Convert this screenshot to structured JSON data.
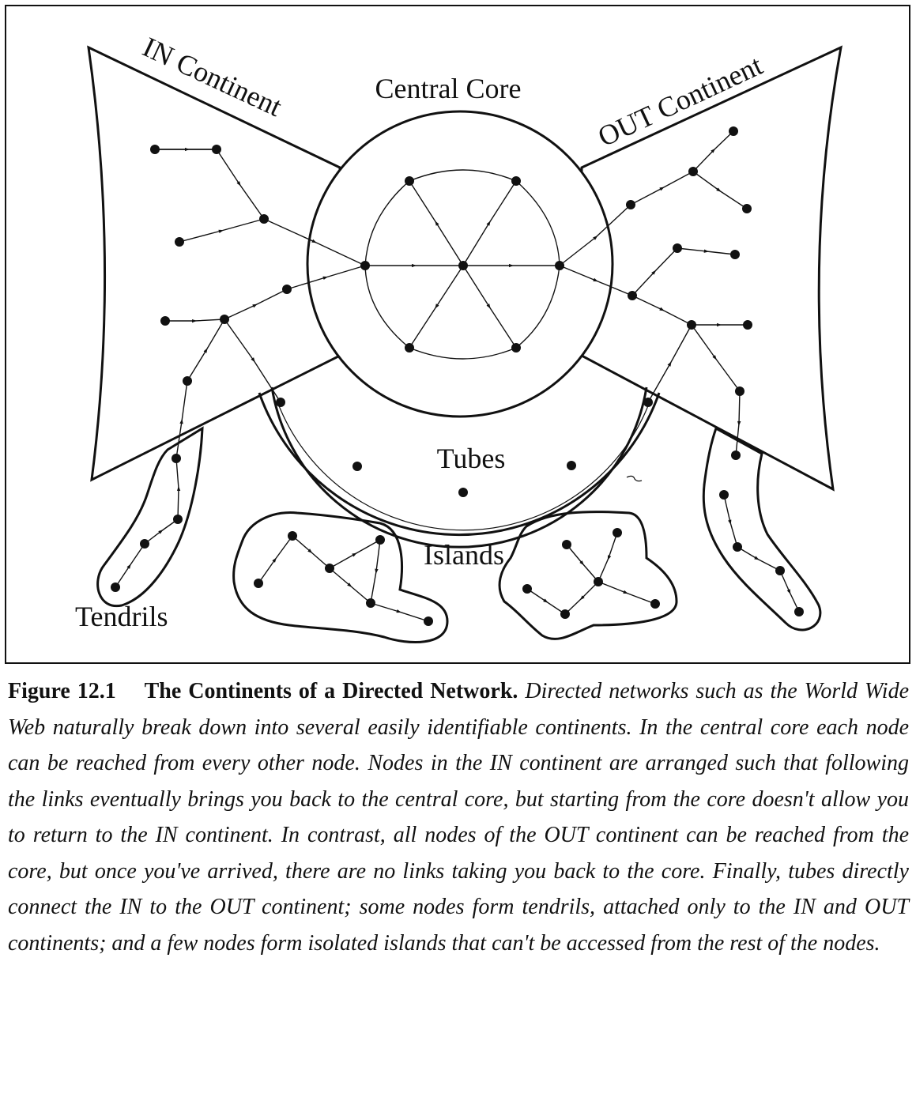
{
  "diagram": {
    "labels": {
      "in_continent": "IN Continent",
      "central_core": "Central Core",
      "out_continent": "OUT Continent",
      "tubes": "Tubes",
      "islands": "Islands",
      "tendrils": "Tendrils"
    }
  },
  "caption": {
    "figure_number": "Figure 12.1",
    "title": "The Continents of a Directed Network.",
    "body": "Directed networks such as the World Wide Web naturally break down into several easily identifiable continents. In the central core each node can be reached from every other node. Nodes in the IN continent are arranged such that following the links eventually brings you back to the central core, but starting from the core doesn't allow you to return to the IN continent. In contrast, all nodes of the OUT continent can be reached from the core, but once you've arrived, there are no links taking you back to the core. Finally, tubes directly connect the IN to the OUT continent; some nodes form tendrils, attached only to the IN and OUT continents; and a few nodes form isolated islands that can't be accessed from the rest of the nodes."
  },
  "colors": {
    "ink": "#111111",
    "background": "#ffffff"
  }
}
